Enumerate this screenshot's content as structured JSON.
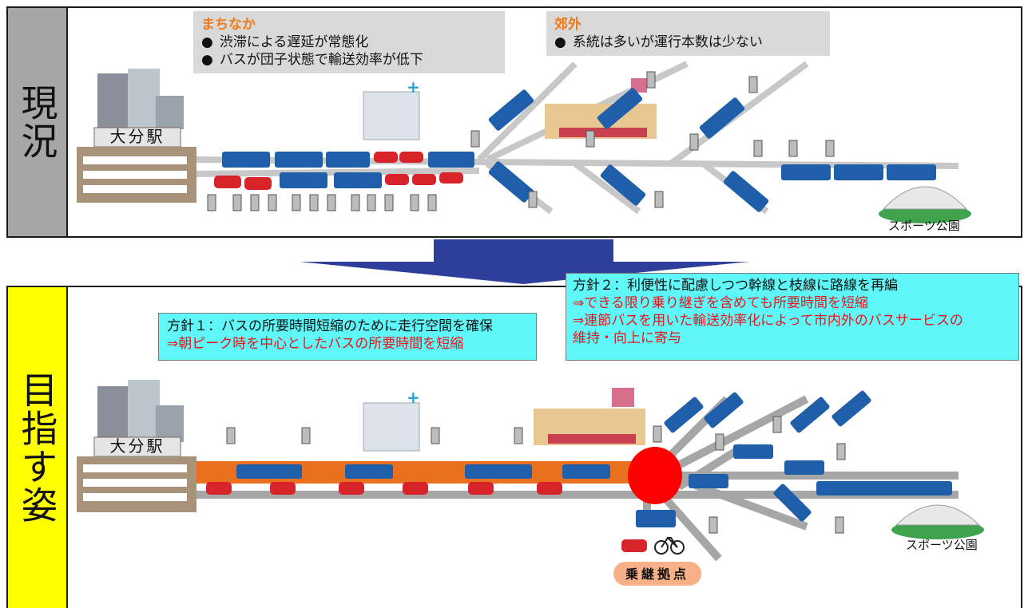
{
  "current": {
    "label": "現況",
    "station_label": "大分駅",
    "stadium_label": "スポーツ公園",
    "callout_center": {
      "heading": "まちなか",
      "bullets": [
        "渋滞による遅延が常態化",
        "バスが団子状態で輸送効率が低下"
      ]
    },
    "callout_suburb": {
      "heading": "郊外",
      "bullets": [
        "系統は多いが運行本数は少ない"
      ]
    }
  },
  "goal": {
    "label": "目指す姿",
    "station_label": "大分駅",
    "stadium_label": "スポーツ公園",
    "hub_label": "乗継拠点",
    "policy1": {
      "title": "方針１：バスの所要時間短縮のために走行空間を確保",
      "lines": [
        "⇒朝ピーク時を中心としたバスの所要時間を短縮"
      ]
    },
    "policy2": {
      "title": "方針２：利便性に配慮しつつ幹線と枝線に路線を再編",
      "lines": [
        "⇒できる限り乗り継ぎを含めても所要時間を短縮",
        "⇒連節バスを用いた輸送効率化によって市内外のバスサービスの",
        "維持・向上に寄与"
      ]
    }
  },
  "colors": {
    "goal_label_bg": "#ffff00",
    "current_label_bg": "#a6a6a6",
    "arrow": "#2d3f9a",
    "policy_bg": "#5ff7f7",
    "hub": "#ff0000",
    "bus_lane": "#e8701e",
    "road": "#a6a6a6"
  }
}
